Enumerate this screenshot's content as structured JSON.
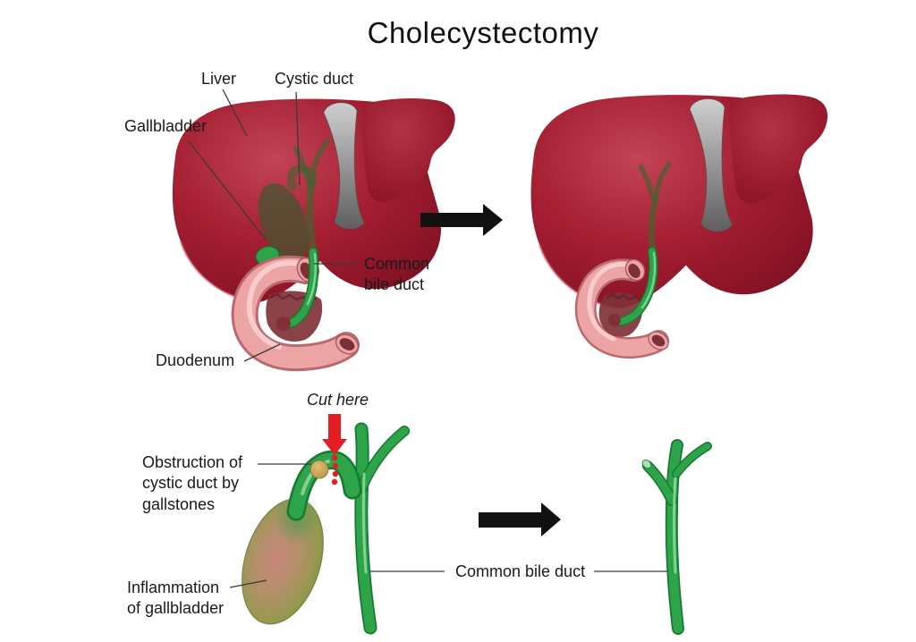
{
  "title": "Cholecystectomy",
  "labels": {
    "liver": "Liver",
    "cystic_duct": "Cystic duct",
    "gallbladder": "Gallbladder",
    "common_bile_duct": "Common bile duct",
    "duodenum": "Duodenum"
  },
  "procedure": {
    "cut_here": "Cut here",
    "obstruction": "Obstruction of cystic duct by gallstones",
    "inflammation": "Inflammation of gallbladder",
    "common_bile_duct": "Common bile duct"
  },
  "colors": {
    "liver_red": "#a51e32",
    "ligament_gray": "#9c9c9c",
    "bile_duct_green": "#2ea44a",
    "duct_dark_green": "#157a31",
    "duodenum_pink": "#eda4a5",
    "duodenum_inner_dark": "#803138",
    "inflamed_olive": "#97984f",
    "inflamed_pink": "#c9857b",
    "gallstone_tan": "#c9a85a",
    "cut_arrow_red": "#e41c23",
    "arrow_black": "#111111",
    "text": "#1a1a1a",
    "background": "#ffffff"
  }
}
